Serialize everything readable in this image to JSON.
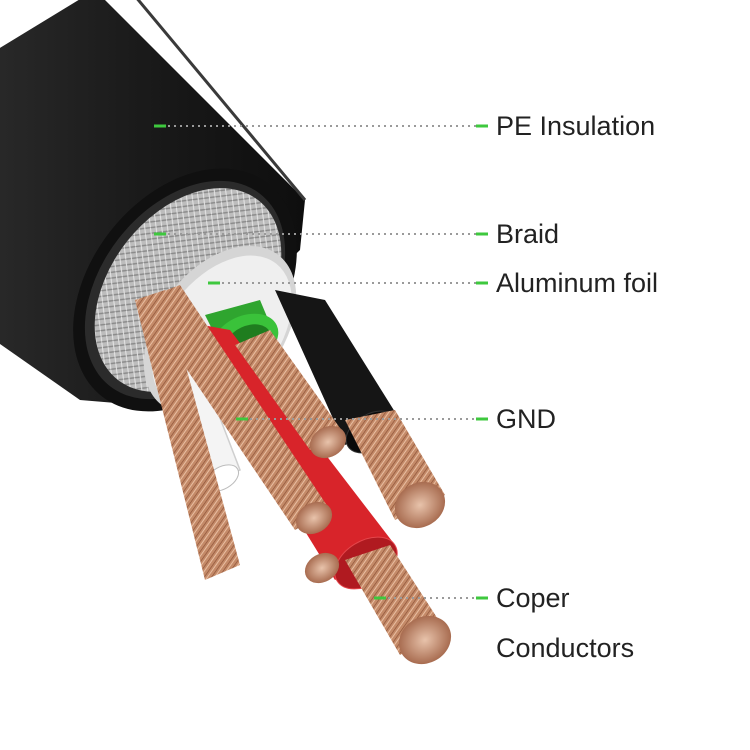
{
  "colors": {
    "background": "#ffffff",
    "leader_dots": "#9a9a9a",
    "leader_accent": "#3ec83e",
    "jacket": "#1c1c1c",
    "braid": "#b8b8b8",
    "foil": "#dcdcdc",
    "copper": "#c98f6c",
    "green_wire": "#2fa52f",
    "black_wire": "#141414",
    "red_wire": "#d8242a",
    "white_wire": "#f2f2f2",
    "text": "#222222"
  },
  "labels": {
    "pe_insulation": "PE Insulation",
    "braid": "Braid",
    "aluminum_foil": "Aluminum foil",
    "gnd": "GND",
    "coper_line1": "Coper",
    "coper_line2": "Conductors"
  },
  "icons": [
    "cable-illustration"
  ]
}
